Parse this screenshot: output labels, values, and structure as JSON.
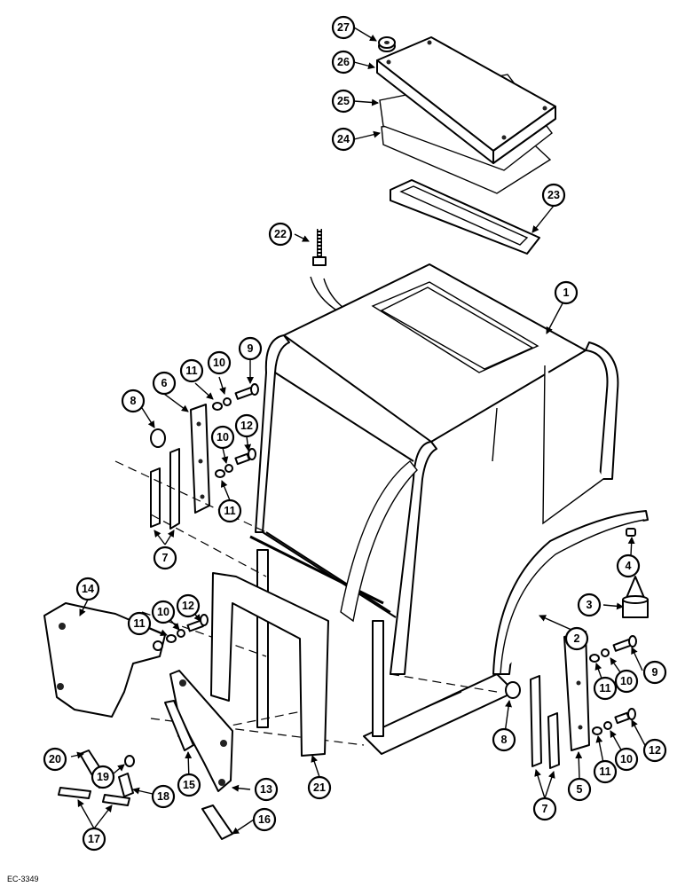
{
  "drawing_code": "EC-3349",
  "callouts": [
    "1",
    "2",
    "3",
    "4",
    "5",
    "6",
    "7",
    "8",
    "9",
    "10",
    "11",
    "12",
    "13",
    "14",
    "15",
    "16",
    "17",
    "18",
    "19",
    "20",
    "21",
    "22",
    "23",
    "24",
    "25",
    "26",
    "27"
  ]
}
